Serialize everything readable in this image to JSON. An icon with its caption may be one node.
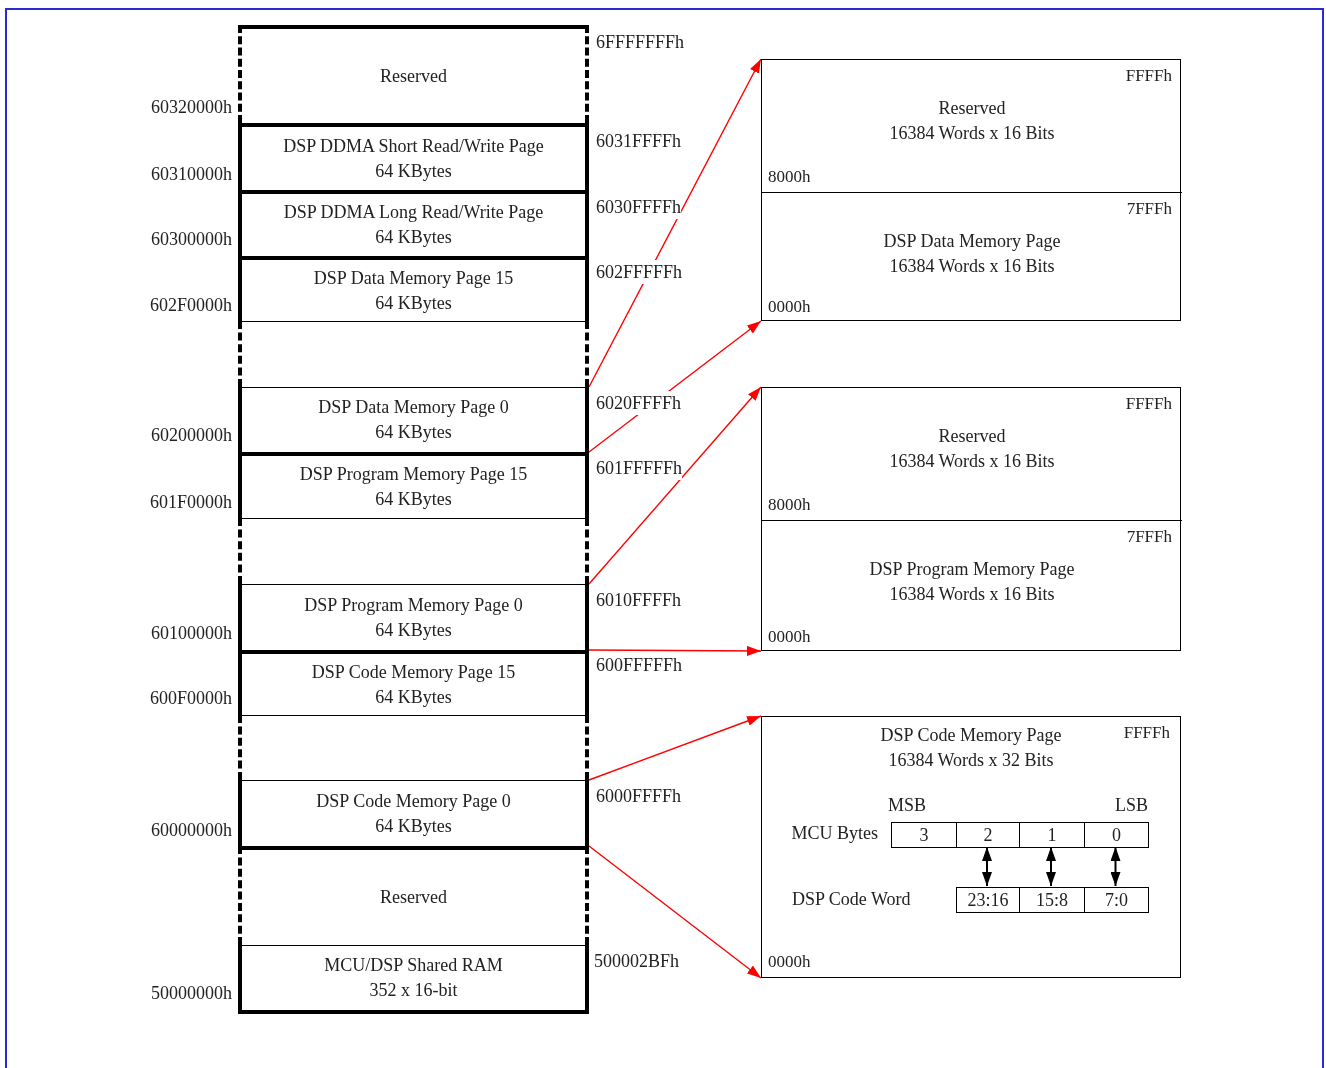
{
  "diagram": {
    "nodes": [
      {
        "text": [
          "Reserved"
        ]
      },
      {
        "text": [
          "DSP DDMA Short Read/Write Page",
          "64 KBytes"
        ]
      },
      {
        "text": [
          "DSP DDMA Long Read/Write Page",
          "64 KBytes"
        ]
      },
      {
        "text": [
          "DSP Data Memory Page 15",
          "64 KBytes"
        ]
      },
      {
        "text": [],
        "shape": "box"
      },
      {
        "text": [
          "DSP Data Memory Page 0",
          "64 KBytes"
        ]
      },
      {
        "text": [
          "DSP Program Memory Page 15",
          "64 KBytes"
        ]
      },
      {
        "text": [],
        "shape": "box"
      },
      {
        "text": [
          "DSP Program Memory Page 0",
          "64 KBytes"
        ]
      },
      {
        "text": [
          "DSP Code Memory Page 15",
          "64 KBytes"
        ]
      },
      {
        "text": [],
        "shape": "box"
      },
      {
        "text": [
          "DSP Code Memory Page 0",
          "64 KBytes"
        ]
      },
      {
        "text": [
          "Reserved"
        ]
      },
      {
        "text": [
          "MCU/DSP Shared RAM",
          "352 x 16-bit"
        ]
      },
      {
        "text": [],
        "shape": "box"
      },
      {
        "text": [
          "FFFFh",
          "Reserved",
          "16384 Words x 16 Bits",
          "8000h"
        ],
        "in": 14
      },
      {
        "text": [
          "7FFFh",
          "DSP Data Memory Page",
          "16384 Words x 16 Bits",
          "0000h"
        ],
        "in": 14
      },
      {
        "text": [],
        "shape": "box"
      },
      {
        "text": [
          "FFFFh",
          "Reserved",
          "16384 Words x 16 Bits",
          "8000h"
        ],
        "in": 17
      },
      {
        "text": [
          "7FFFh",
          "DSP Program Memory Page",
          "16384 Words x 16 Bits",
          "0000h"
        ],
        "in": 17
      },
      {
        "text": [
          "FFFFh",
          "DSP Code Memory Page",
          "16384 Words x 32 Bits",
          "0000h"
        ]
      },
      {
        "text": [
          "3"
        ],
        "in": 20
      },
      {
        "text": [
          "2"
        ],
        "in": 20
      },
      {
        "text": [
          "1"
        ],
        "in": 20
      },
      {
        "text": [
          "0"
        ],
        "in": 20
      },
      {
        "text": [
          "23:16"
        ],
        "in": 20
      },
      {
        "text": [
          "15:8"
        ],
        "in": 20
      },
      {
        "text": [
          "7:0"
        ],
        "in": 20
      }
    ],
    "edges": [
      {
        "from": 5,
        "to": 14,
        "arrow": "to"
      },
      {
        "from": 5,
        "to": 14,
        "arrow": "to"
      },
      {
        "from": 8,
        "to": 17,
        "arrow": "to"
      },
      {
        "from": 8,
        "to": 17,
        "arrow": "to"
      },
      {
        "from": 11,
        "to": 20,
        "arrow": "to"
      },
      {
        "from": 11,
        "to": 20,
        "arrow": "to"
      },
      {
        "from": 22,
        "to": 25,
        "arrow": "both",
        "color": "#000000"
      },
      {
        "from": 23,
        "to": 26,
        "arrow": "both",
        "color": "#000000"
      },
      {
        "from": 24,
        "to": 27,
        "arrow": "both",
        "color": "#000000"
      }
    ],
    "labels": [
      "60320000h",
      "60310000h",
      "60300000h",
      "602F0000h",
      "60200000h",
      "601F0000h",
      "60100000h",
      "600F0000h",
      "60000000h",
      "50000000h",
      "6FFFFFFFh",
      "6031FFFFh",
      "6030FFFFh",
      "602FFFFFh",
      "6020FFFFh",
      "601FFFFFh",
      "6010FFFFh",
      "600FFFFFh",
      "6000FFFFh",
      "500002BFh",
      "MSB",
      "LSB",
      "MCU Bytes",
      "DSP Code Word"
    ]
  }
}
